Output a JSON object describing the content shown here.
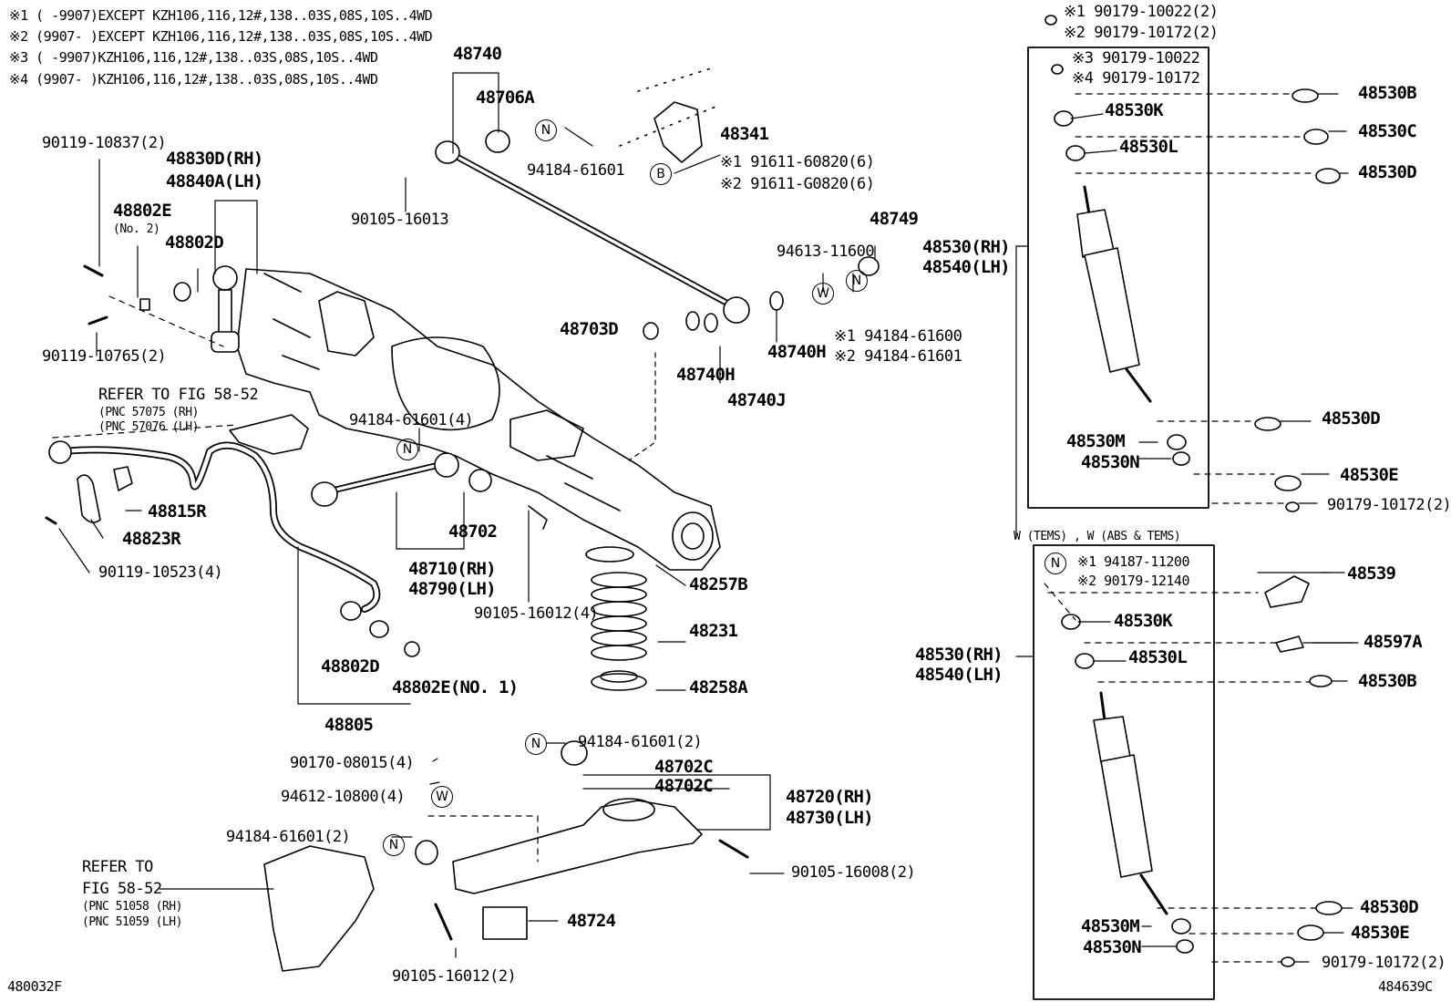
{
  "notes": [
    "※1 (     -9907)EXCEPT KZH106,116,12#,138..03S,08S,10S..4WD",
    "※2 (9907-      )EXCEPT KZH106,116,12#,138..03S,08S,10S..4WD",
    "※3 (     -9907)KZH106,116,12#,138..03S,08S,10S..4WD",
    "※4 (9907-      )KZH106,116,12#,138..03S,08S,10S..4WD"
  ],
  "labels": {
    "p48740": "48740",
    "p48706A": "48706A",
    "p48341": "48341",
    "p94184_61601_top": "94184-61601",
    "p91611_1": "※1 91611-60820(6)",
    "p91611_2": "※2 91611-G0820(6)",
    "p90105_16013": "90105-16013",
    "p90119_10837": "90119-10837(2)",
    "p48830D": "48830D(RH)",
    "p48840A": "48840A(LH)",
    "p48802E": "48802E",
    "p48802E_no2": "(No. 2)",
    "p48802D_top": "48802D",
    "p90119_10765": "90119-10765(2)",
    "refer58_52a": "REFER TO FIG 58-52",
    "pnc57075": "(PNC 57075 (RH)",
    "pnc57076": "(PNC 57076 (LH)",
    "p94184_61601_4": "94184-61601(4)",
    "p48815R": "48815R",
    "p48823R": "48823R",
    "p90119_10523": "90119-10523(4)",
    "p48702": "48702",
    "p48710": "48710(RH)",
    "p48790": "48790(LH)",
    "p90105_16012_4": "90105-16012(4)",
    "p48802D_bot": "48802D",
    "p48802E_no1": "48802E(NO. 1)",
    "p48805": "48805",
    "p48703D": "48703D",
    "p48740H_a": "48740H",
    "p48740H_b": "48740H",
    "p48740J": "48740J",
    "p48749": "48749",
    "p94613": "94613-11600",
    "p94184_61600_1": "※1  94184-61600",
    "p94184_61601_2": "※2  94184-61601",
    "p48257B": "48257B",
    "p48231": "48231",
    "p48258A": "48258A",
    "p94184_61601_2b": "94184-61601(2)",
    "p90170": "90170-08015(4)",
    "p94612": "94612-10800(4)",
    "p48702C_a": "48702C",
    "p48702C_b": "48702C",
    "p48720": "48720(RH)",
    "p48730": "48730(LH)",
    "p94184_61601_2c": "94184-61601(2)",
    "p90105_16008": "90105-16008(2)",
    "refer_to": "REFER TO",
    "fig58_52": "FIG 58-52",
    "pnc51058": "(PNC 51058 (RH)",
    "pnc51059": "(PNC 51059 (LH)",
    "p48724": "48724",
    "p90105_16012_2": "90105-16012(2)",
    "code_left": "480032F",
    "code_right": "484639C",
    "u_n1": "※1 90179-10022(2)",
    "u_n2": "※2 90179-10172(2)",
    "u_n3": "※3 90179-10022",
    "u_n4": "※4 90179-10172",
    "u_48530B": "48530B",
    "u_48530K": "48530K",
    "u_48530C": "48530C",
    "u_48530L": "48530L",
    "u_48530D_a": "48530D",
    "u_rh": "48530(RH)",
    "u_lh": "48540(LH)",
    "u_48530D_b": "48530D",
    "u_48530M": "48530M",
    "u_48530N": "48530N",
    "u_48530E": "48530E",
    "u_90179": "90179-10172(2)",
    "w_header": "W (TEMS) , W (ABS  &  TEMS)",
    "l_n1": "※1 94187-11200",
    "l_n2": "※2 90179-12140",
    "l_48539": "48539",
    "l_48530K": "48530K",
    "l_48597A": "48597A",
    "l_48530L": "48530L",
    "l_rh": "48530(RH)",
    "l_lh": "48540(LH)",
    "l_48530B": "48530B",
    "l_48530D": "48530D",
    "l_48530M": "48530M",
    "l_48530E": "48530E",
    "l_48530N": "48530N",
    "l_90179": "90179-10172(2)"
  },
  "symbols": {
    "n": "N",
    "w": "W",
    "b": "B"
  }
}
